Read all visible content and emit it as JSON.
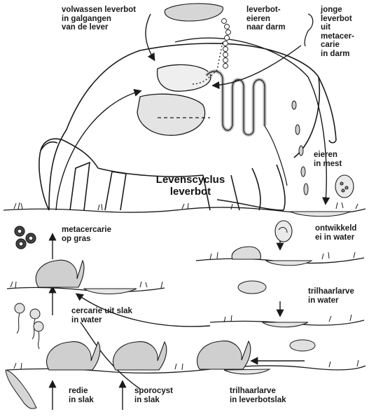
{
  "title": "Levenscyclus\nleverbot",
  "labels": {
    "adult_fluke": "volwassen leverbot\nin galgangen\nvan de lever",
    "eggs_to_gut": "leverbot-\neieren\nnaar darm",
    "young_fluke": "jonge\nleverbot\nuit\nmetacer-\ncarie\nin darm",
    "eggs_in_dung": "eieren\nin mest",
    "developed_egg": "ontwikkeld\nei in water",
    "miracidium_water": "trilhaarlarve\nin water",
    "miracidium_snail": "trilhaarlarve\nin leverbotslak",
    "sporocyst": "sporocyst\nin slak",
    "redia": "redie\nin slak",
    "cercaria": "cercarie uit slak\nin water",
    "metacercaria": "metacercarie\nop gras"
  },
  "colors": {
    "ink": "#1a1a1a",
    "fill_gray": "#dadada",
    "fill_light": "#efefef"
  }
}
